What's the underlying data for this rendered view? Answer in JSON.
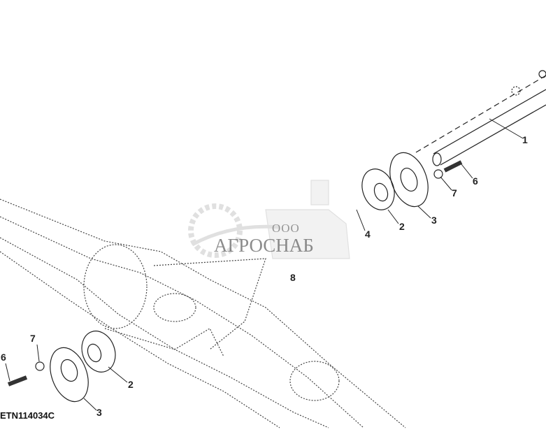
{
  "diagram": {
    "code": "ETN114034C",
    "callouts": [
      "1",
      "6",
      "7",
      "4",
      "2",
      "3",
      "8",
      "7",
      "6",
      "2",
      "3"
    ]
  },
  "watermark": {
    "prefix": "ООО",
    "name": "АГРОСНАБ"
  }
}
